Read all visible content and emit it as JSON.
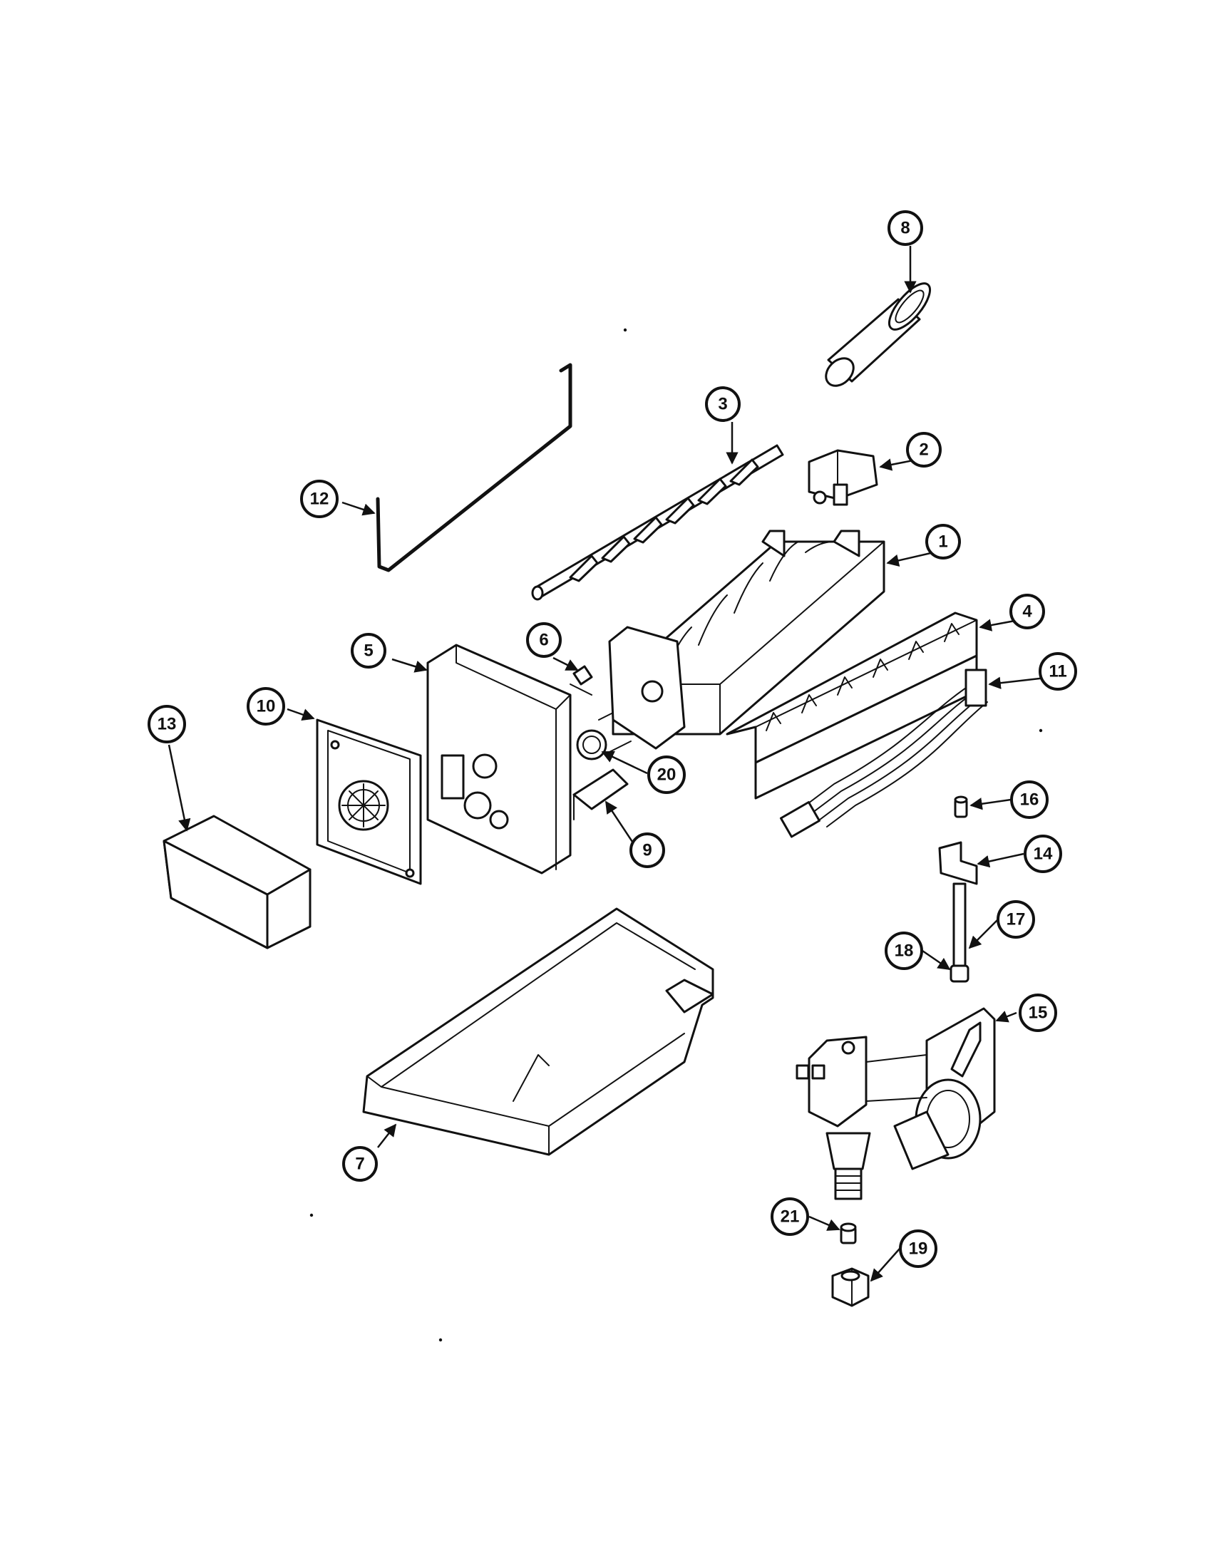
{
  "diagram": {
    "callouts": [
      {
        "id": "c1",
        "label": "1"
      },
      {
        "id": "c2",
        "label": "2"
      },
      {
        "id": "c3",
        "label": "3"
      },
      {
        "id": "c4",
        "label": "4"
      },
      {
        "id": "c5",
        "label": "5"
      },
      {
        "id": "c6",
        "label": "6"
      },
      {
        "id": "c7",
        "label": "7"
      },
      {
        "id": "c8",
        "label": "8"
      },
      {
        "id": "c9",
        "label": "9"
      },
      {
        "id": "c10",
        "label": "10"
      },
      {
        "id": "c11",
        "label": "11"
      },
      {
        "id": "c12",
        "label": "12"
      },
      {
        "id": "c13",
        "label": "13"
      },
      {
        "id": "c14",
        "label": "14"
      },
      {
        "id": "c15",
        "label": "15"
      },
      {
        "id": "c16",
        "label": "16"
      },
      {
        "id": "c17",
        "label": "17"
      },
      {
        "id": "c18",
        "label": "18"
      },
      {
        "id": "c19",
        "label": "19"
      },
      {
        "id": "c20",
        "label": "20"
      },
      {
        "id": "c21",
        "label": "21"
      }
    ]
  }
}
